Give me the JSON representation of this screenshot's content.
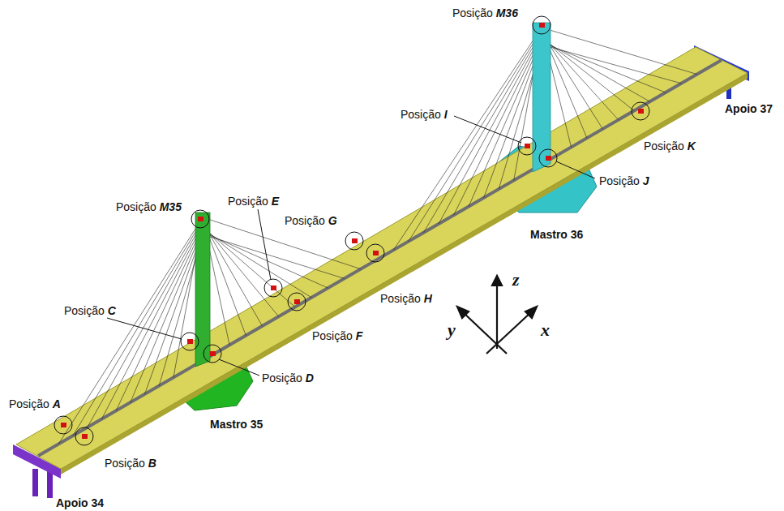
{
  "diagram": {
    "labels": [
      "Posição M36",
      "Posição I",
      "Apoio 37",
      "Posição K",
      "Posição J",
      "Posição E",
      "Posição M35",
      "Posição G",
      "Mastro 36",
      "Posição H",
      "z",
      "y",
      "x",
      "Posição C",
      "Posição F",
      "Posição D",
      "Posição A",
      "Mastro 35",
      "Posição B",
      "Apoio 34"
    ]
  }
}
